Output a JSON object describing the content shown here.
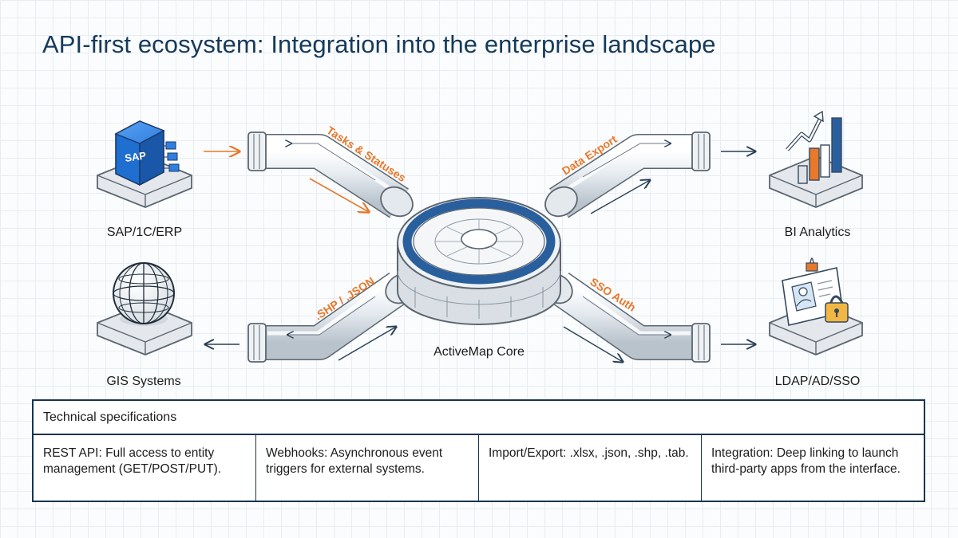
{
  "title": "API-first ecosystem: Integration into the enterprise landscape",
  "diagram": {
    "core": {
      "label": "ActiveMap Core"
    },
    "nodes": [
      {
        "name": "SAP/1C/ERP",
        "icon": "sap-cube-icon",
        "logo": "SAP"
      },
      {
        "name": "BI Analytics",
        "icon": "bar-chart-icon"
      },
      {
        "name": "GIS Systems",
        "icon": "globe-icon"
      },
      {
        "name": "LDAP/AD/SSO",
        "icon": "id-badge-lock-icon"
      }
    ],
    "connections": [
      {
        "label": "Tasks & Statuses",
        "from": "SAP/1C/ERP",
        "to": "ActiveMap Core"
      },
      {
        "label": "Data Export",
        "from": "ActiveMap Core",
        "to": "BI Analytics"
      },
      {
        "label": ".SHP / .JSON",
        "from": "GIS Systems",
        "to": "ActiveMap Core"
      },
      {
        "label": "SSO Auth",
        "from": "ActiveMap Core",
        "to": "LDAP/AD/SSO"
      }
    ],
    "colors": {
      "accent": "#e8782a",
      "core_ring": "#2a5f9e",
      "sap_blue": "#1f6fd0",
      "title": "#153a5b",
      "table_border": "#15344f"
    }
  },
  "specs": {
    "header": "Technical specifications",
    "items": [
      "REST API: Full access to entity management (GET/POST/PUT).",
      "Webhooks: Asynchronous event triggers for external systems.",
      "Import/Export: .xlsx, .json, .shp, .tab.",
      "Integration: Deep linking to launch third-party apps from the interface."
    ]
  }
}
